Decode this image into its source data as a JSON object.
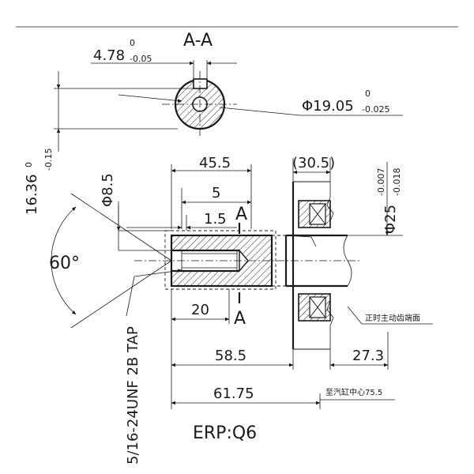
{
  "section": {
    "label": "A-A",
    "key_width": "4.78",
    "key_width_tol_upper": "0",
    "key_width_tol_lower": "-0.05",
    "shaft_diameter": "Φ19.05",
    "shaft_diameter_tol_upper": "0",
    "shaft_diameter_tol_lower": "-0.025",
    "key_depth": "16.36",
    "key_depth_tol_upper": "0",
    "key_depth_tol_lower": "-0.15"
  },
  "shaft": {
    "length_45_5": "45.5",
    "length_5": "5",
    "length_1_5": "1.5",
    "section_marker_top": "A",
    "section_marker_bottom": "A",
    "length_20": "20",
    "chamfer_diameter": "Φ8.5",
    "angle": "60°",
    "thread_spec": "5/16-24UNF 2B TAP"
  },
  "bearing": {
    "width_ref": "(30.5)",
    "diameter": "Φ25",
    "diameter_tol_upper": "-0.007",
    "diameter_tol_lower": "-0.018",
    "gear_face_note": "正时主动齿端面"
  },
  "overall": {
    "length_58_5": "58.5",
    "length_27_3": "27.3",
    "length_61_75": "61.75",
    "cylinder_center_note": "至汽缸中心75.5",
    "model": "ERP:Q6"
  }
}
